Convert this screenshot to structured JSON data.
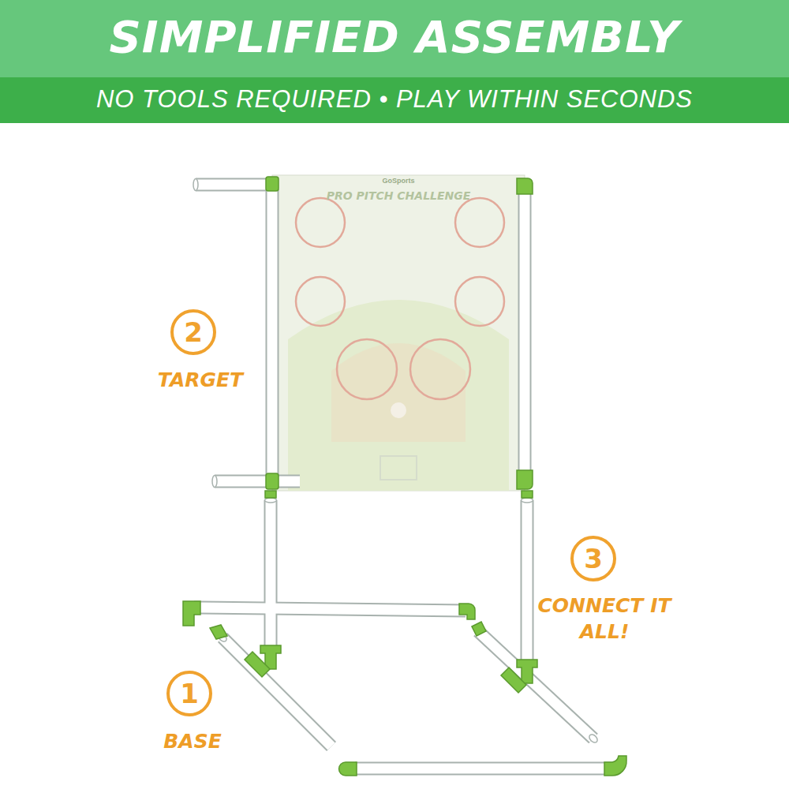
{
  "diagram": {
    "title": "SIMPLIFIED ASSEMBLY",
    "nodes": [
      {
        "text": [
          "GoSports",
          "PRO PITCH CHALLENGE"
        ]
      },
      {
        "text": [
          "2",
          "TARGET"
        ]
      },
      {
        "text": [
          "3",
          "CONNECT IT ALL!"
        ]
      },
      {
        "text": [
          "1",
          "BASE"
        ]
      }
    ],
    "labels": [
      "NO TOOLS REQUIRED • PLAY WITHIN SECONDS"
    ]
  }
}
